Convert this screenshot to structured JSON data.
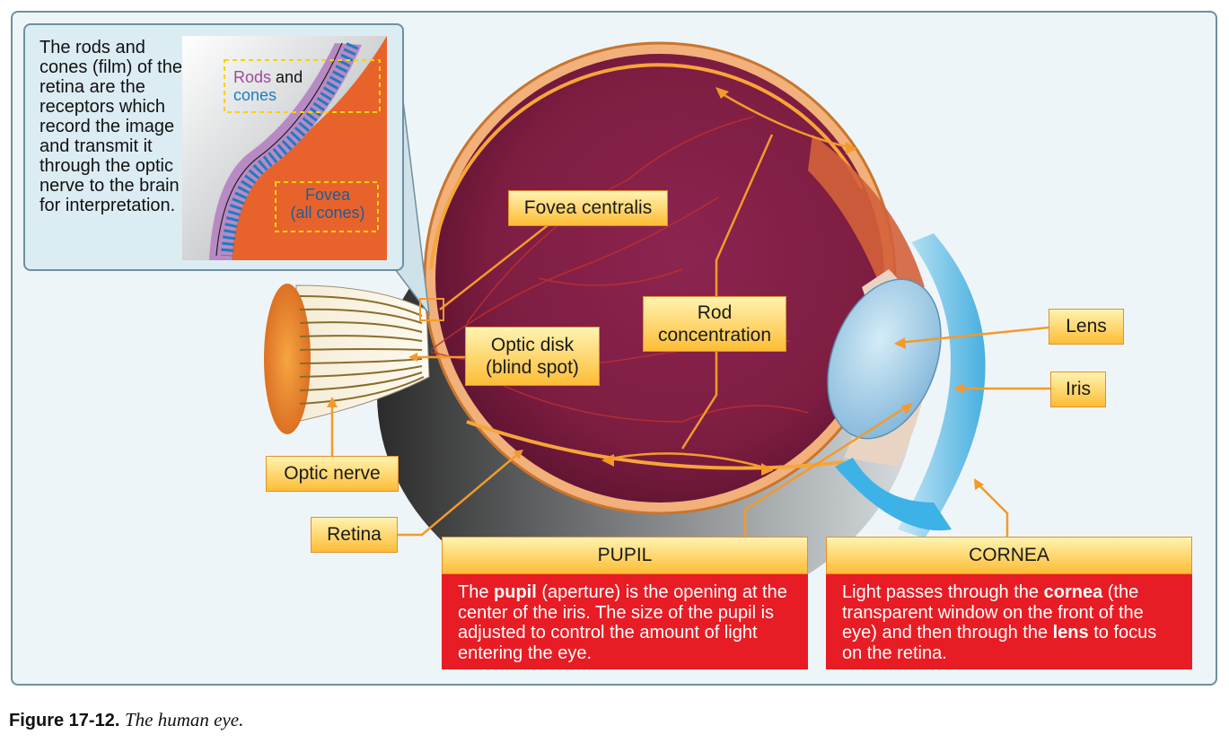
{
  "inset": {
    "text": "The rods and cones (film) of the retina are the receptors which record the image and transmit it through the optic nerve to the brain for interpretation.",
    "rods_word": "Rods",
    "and_word": "and",
    "cones_word": "cones",
    "fovea_line1": "Fovea",
    "fovea_line2": "(all cones)"
  },
  "labels": {
    "fovea_centralis": "Fovea centralis",
    "optic_disk_line1": "Optic disk",
    "optic_disk_line2": "(blind spot)",
    "rod_line1": "Rod",
    "rod_line2": "concentration",
    "lens": "Lens",
    "iris": "Iris",
    "optic_nerve": "Optic nerve",
    "retina": "Retina"
  },
  "pupil": {
    "title": "PUPIL",
    "pre": "The ",
    "bold": "pupil",
    "post": " (aperture) is the opening at the center of the iris. The size of the pupil is adjusted to control the amount of light entering the eye."
  },
  "cornea": {
    "title": "CORNEA",
    "pre": "Light passes through the ",
    "bold1": "cornea",
    "mid": " (the transparent window on the front of the eye) and then through the ",
    "bold2": "lens",
    "post": " to focus on the retina."
  },
  "caption": {
    "number": "Figure 17-12.",
    "title": "The human eye."
  },
  "colors": {
    "accent_orange": "#f39a2b",
    "eye_interior": "#8a1f3f",
    "info_red": "#e81c24",
    "rods_purple": "#9b4a9c",
    "cones_blue": "#1d7cc0"
  }
}
